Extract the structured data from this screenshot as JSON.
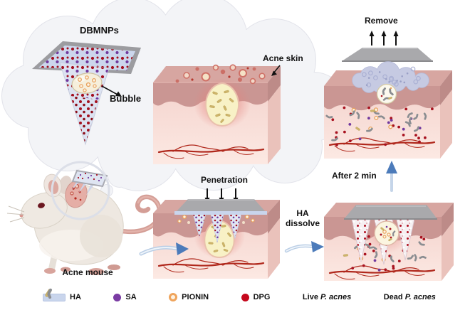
{
  "labels": {
    "dbmnps": "DBMNPs",
    "bubble": "Bubble",
    "acne_skin": "Acne skin",
    "remove": "Remove",
    "penetration": "Penetration",
    "ha_dissolve": "HA\ndissolve",
    "after_2_min": "After 2 min",
    "acne_mouse": "Acne mouse"
  },
  "legend": {
    "items": [
      {
        "label": "HA",
        "icon": "ha-film-swatch",
        "color": "#c9d5ec"
      },
      {
        "label": "SA",
        "icon": "sa-dot",
        "color": "#7a3ca3"
      },
      {
        "label": "PIONIN",
        "icon": "pionin-ring",
        "color": "#efa45c"
      },
      {
        "label": "DPG",
        "icon": "dpg-dot",
        "color": "#c5081c"
      },
      {
        "label_prefix": "Live",
        "label_species": "P. acnes",
        "icon": "live-pacnes-rod",
        "color": "#cdb46a"
      },
      {
        "label_prefix": "Dead",
        "label_species": "P. acnes",
        "icon": "dead-pacnes-rod",
        "color": "#8a8d91"
      }
    ]
  },
  "colors": {
    "cloud": "#f3f4f7",
    "patch_gray": "#a7a7aa",
    "ha_film": "#c9d5ec",
    "epidermis": "#ca9693",
    "skin_top_face": "#d7a6a1",
    "dermis_light": "#fce9e3",
    "vessel_red": "#b0281c",
    "pus": "#f8f1c6",
    "inflammation": "#e0655e",
    "sa_purple": "#71399e",
    "dpg_red": "#a8121f",
    "pionin_orange": "#efa45c",
    "arrow_blue": "#4c7bba",
    "dissolved_ha_blob": "#c6cae2"
  }
}
